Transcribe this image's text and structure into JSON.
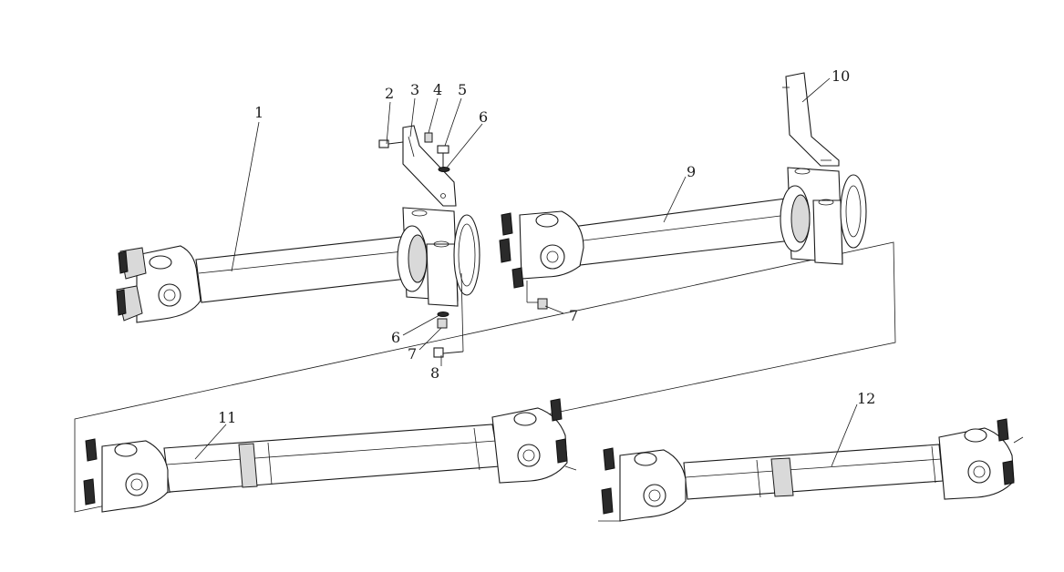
{
  "diagram": {
    "callouts": [
      "1",
      "2",
      "3",
      "4",
      "5",
      "6",
      "6",
      "7",
      "7",
      "8",
      "9",
      "10",
      "11",
      "12"
    ]
  }
}
